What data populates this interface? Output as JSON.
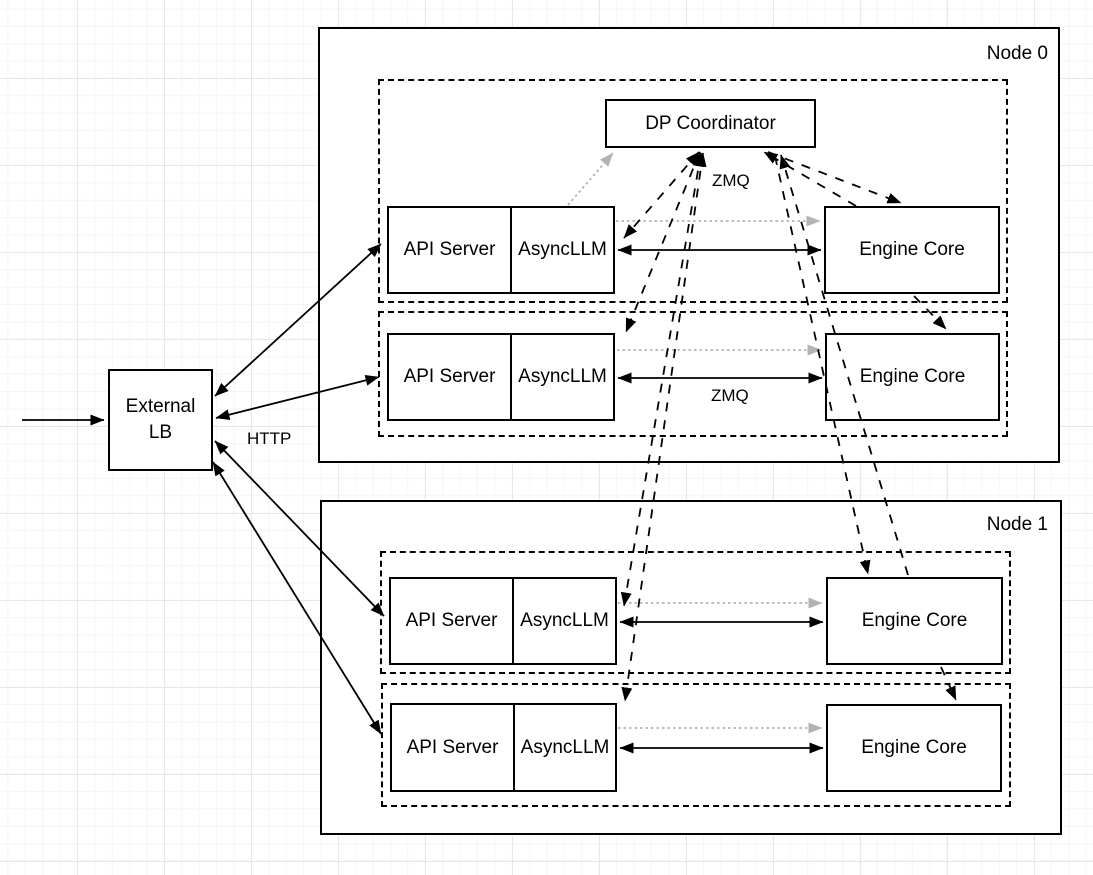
{
  "diagram": {
    "node0": {
      "label": "Node 0"
    },
    "node1": {
      "label": "Node 1"
    },
    "coordinator": {
      "label": "DP Coordinator"
    },
    "external_lb": {
      "line1": "External",
      "line2": "LB"
    },
    "labels": {
      "http": "HTTP",
      "zmq_coordinator": "ZMQ",
      "zmq_engine": "ZMQ"
    },
    "rows": [
      {
        "api": "API Server",
        "llm": "AsyncLLM",
        "engine": "Engine Core"
      },
      {
        "api": "API Server",
        "llm": "AsyncLLM",
        "engine": "Engine Core"
      },
      {
        "api": "API Server",
        "llm": "AsyncLLM",
        "engine": "Engine Core"
      },
      {
        "api": "API Server",
        "llm": "AsyncLLM",
        "engine": "Engine Core"
      }
    ],
    "colors": {
      "stroke": "#000000",
      "gray_link": "#b3b3b3",
      "grid_major": "#e7e7e7",
      "grid_minor": "#f5f5f5",
      "background": "#ffffff"
    }
  }
}
